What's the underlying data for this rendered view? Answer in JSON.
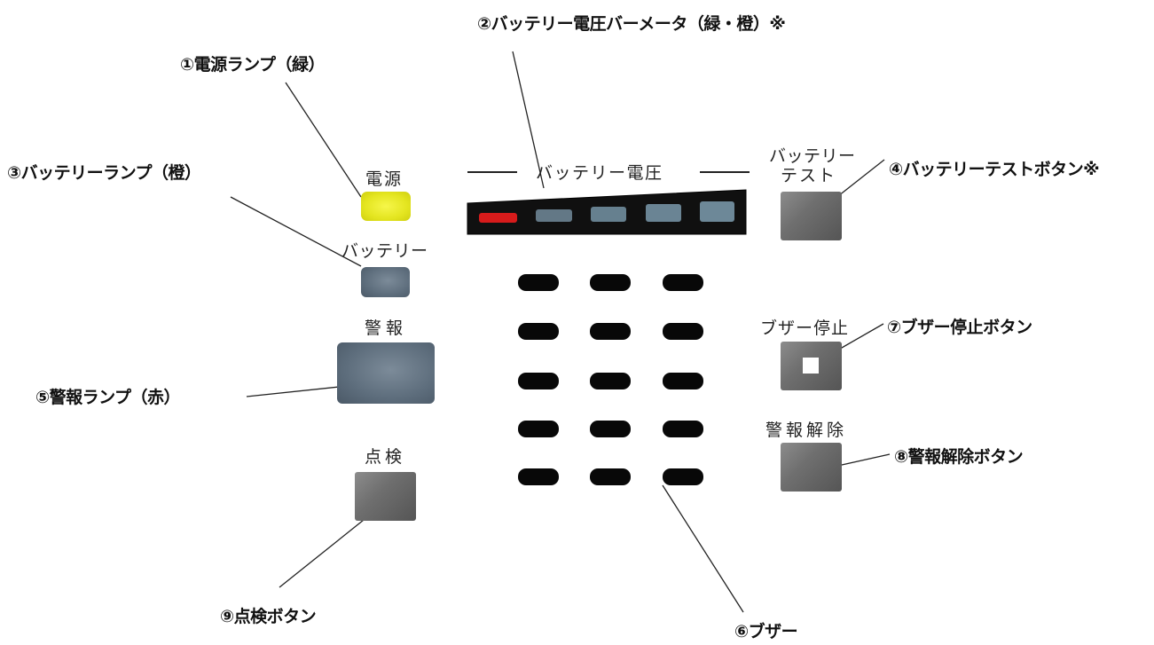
{
  "callouts": {
    "c1": "①電源ランプ（緑）",
    "c2": "②バッテリー電圧バーメータ（緑・橙）※",
    "c3": "③バッテリーランプ（橙）",
    "c4": "④バッテリーテストボタン※",
    "c5": "⑤警報ランプ（赤）",
    "c6": "⑥ブザー",
    "c7": "⑦ブザー停止ボタン",
    "c8": "⑧警報解除ボタン",
    "c9": "⑨点検ボタン"
  },
  "panel": {
    "power": "電源",
    "battery": "バッテリー",
    "alarm": "警報",
    "inspect": "点検",
    "battery_voltage": "バッテリー電圧",
    "battery_test_line1": "バッテリー",
    "battery_test_line2": "テスト",
    "buzzer_stop": "ブザー停止",
    "alarm_reset": "警報解除"
  },
  "colors": {
    "power_lamp": "#e8ea2a",
    "battery_lamp": "#5f6e7c",
    "alarm_lamp": "#5d6c7a",
    "meter_red": "#d81818",
    "meter_seg": "#6f8594",
    "button_grey": "#707070"
  },
  "meter_segments_lit": 1,
  "buzzer_grid": {
    "rows": 5,
    "cols": 3
  }
}
